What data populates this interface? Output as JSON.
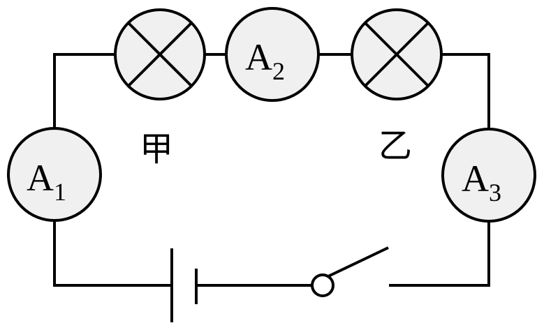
{
  "lamps": {
    "jia": {
      "label": "甲"
    },
    "yi": {
      "label": "乙"
    }
  },
  "ammeters": {
    "a1": {
      "letter": "A",
      "sub": "1"
    },
    "a2": {
      "letter": "A",
      "sub": "2"
    },
    "a3": {
      "letter": "A",
      "sub": "3"
    }
  }
}
